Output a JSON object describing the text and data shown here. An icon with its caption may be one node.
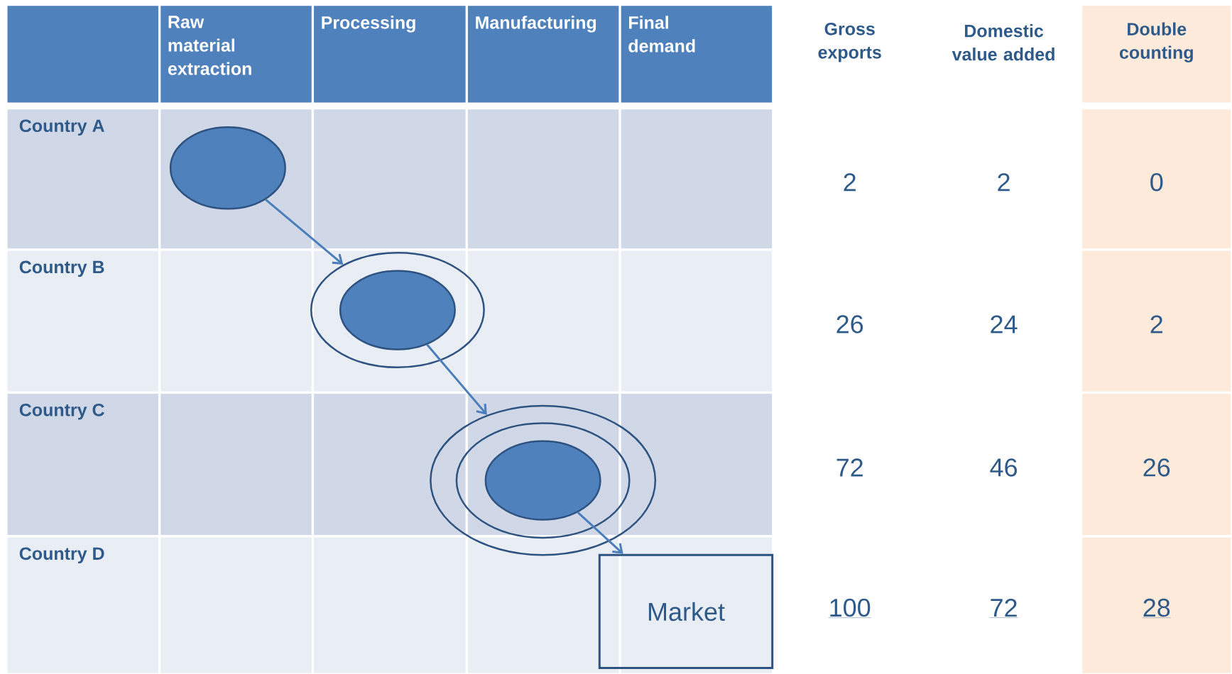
{
  "diagram": {
    "nodes": [
      {
        "text": [],
        "shape": "ellipse"
      },
      {
        "text": [],
        "shape": "ellipse"
      },
      {
        "text": [],
        "shape": "ellipse",
        "in": 1
      },
      {
        "text": [],
        "shape": "ellipse"
      },
      {
        "text": [],
        "shape": "ellipse",
        "in": 3
      },
      {
        "text": [],
        "shape": "ellipse",
        "in": 4
      },
      {
        "text": [
          "Market"
        ]
      }
    ],
    "edges": [
      {
        "from": 0,
        "to": 1,
        "arrow": "to"
      },
      {
        "from": 2,
        "to": 3,
        "arrow": "to"
      },
      {
        "from": 5,
        "to": 6,
        "arrow": "to"
      }
    ],
    "labels": [
      "Raw material extraction",
      "Processing",
      "Manufacturing",
      "Final demand",
      "Gross exports",
      "Domestic value added",
      "Double counting",
      "Country A",
      "2",
      "2",
      "0",
      "Country B",
      "26",
      "24",
      "2",
      "Country C",
      "72",
      "46",
      "26",
      "Country D",
      "100",
      "72",
      "28"
    ]
  }
}
